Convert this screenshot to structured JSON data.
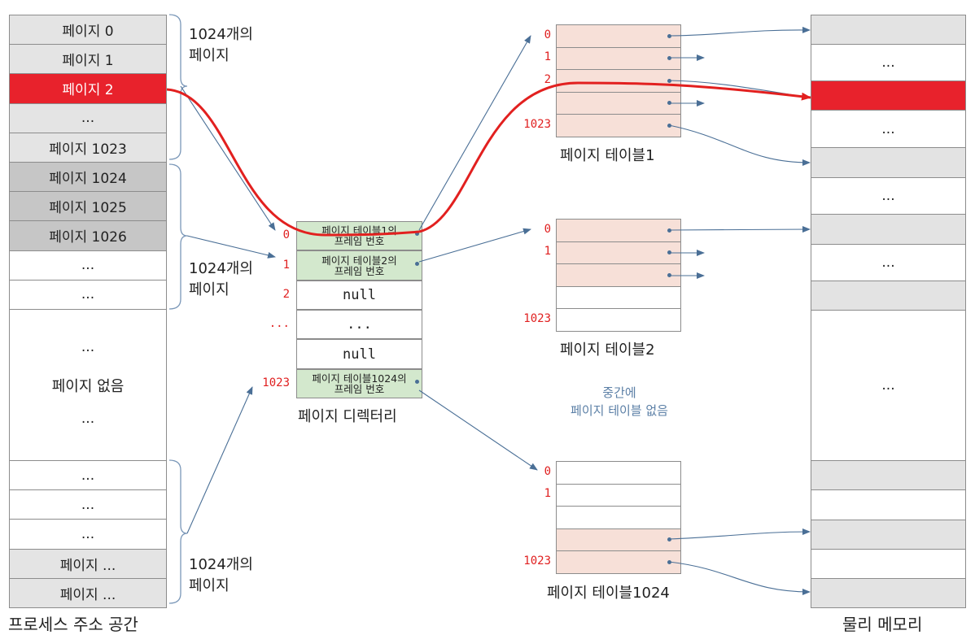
{
  "colors": {
    "page_gray": "#e4e4e4",
    "page_dark": "#c6c6c6",
    "page_red": "#e8222c",
    "dir_green": "#d3e8cd",
    "pt_peach": "#f7e0d8",
    "mem_gray": "#e3e3e3",
    "arrow_blue": "#4a6f96",
    "path_red": "#e2201f",
    "index_red": "#e02020",
    "note_blue": "#5b7fa6"
  },
  "address_space": {
    "title": "프로세스 주소 공간",
    "rows": [
      {
        "text": "페이지 0",
        "style": "gray"
      },
      {
        "text": "페이지 1",
        "style": "gray"
      },
      {
        "text": "페이지 2",
        "style": "red"
      },
      {
        "text": "...",
        "style": "gray"
      },
      {
        "text": "페이지 1023",
        "style": "gray"
      },
      {
        "text": "페이지 1024",
        "style": "dark"
      },
      {
        "text": "페이지 1025",
        "style": "dark"
      },
      {
        "text": "페이지 1026",
        "style": "dark"
      },
      {
        "text": "...",
        "style": "white"
      },
      {
        "text": "...",
        "style": "white"
      },
      {
        "text": "",
        "style": "white"
      },
      {
        "text": "...",
        "style": "white"
      },
      {
        "text": "...",
        "style": "white"
      },
      {
        "text": "...",
        "style": "white"
      },
      {
        "text": "페이지 ...",
        "style": "gray"
      },
      {
        "text": "페이지 ...",
        "style": "gray"
      }
    ],
    "no_page_block": {
      "top": "...",
      "middle": "페이지 없음",
      "bottom": "..."
    },
    "group_labels": [
      "1024개의\n페이지",
      "1024개의\n페이지",
      "1024개의\n페이지"
    ]
  },
  "page_directory": {
    "title": "페이지 디렉터리",
    "rows": [
      {
        "index": "0",
        "text": "페이지 테이블1의\n프레임 번호",
        "style": "green"
      },
      {
        "index": "1",
        "text": "페이지 테이블2의\n프레임 번호",
        "style": "green"
      },
      {
        "index": "2",
        "text": "null",
        "style": "white"
      },
      {
        "index": "...",
        "text": "...",
        "style": "white"
      },
      {
        "index": "",
        "text": "null",
        "style": "white"
      },
      {
        "index": "1023",
        "text": "페이지 테이블1024의\n프레임 번호",
        "style": "green"
      }
    ]
  },
  "page_tables": [
    {
      "title": "페이지 테이블1",
      "indices": [
        "0",
        "1",
        "2",
        "",
        "1023"
      ],
      "styles": [
        "peach",
        "peach",
        "peach",
        "peach",
        "peach"
      ]
    },
    {
      "title": "페이지 테이블2",
      "indices": [
        "0",
        "1",
        "",
        "",
        "1023"
      ],
      "styles": [
        "peach",
        "peach",
        "peach",
        "white",
        "white"
      ]
    },
    {
      "title": "페이지 테이블1024",
      "indices": [
        "0",
        "1",
        "",
        "",
        "1023"
      ],
      "styles": [
        "white",
        "white",
        "white",
        "peach",
        "peach"
      ]
    }
  ],
  "middle_note": "중간에\n페이지 테이블 없음",
  "physical_memory": {
    "title": "물리 메모리",
    "rows": [
      {
        "text": "",
        "style": "gray"
      },
      {
        "text": "...",
        "style": "white"
      },
      {
        "text": "",
        "style": "red"
      },
      {
        "text": "...",
        "style": "white"
      },
      {
        "text": "",
        "style": "gray"
      },
      {
        "text": "...",
        "style": "white"
      },
      {
        "text": "",
        "style": "gray"
      },
      {
        "text": "...",
        "style": "white"
      },
      {
        "text": "",
        "style": "gray"
      },
      {
        "text": "...",
        "style": "white"
      },
      {
        "text": "",
        "style": "gray"
      },
      {
        "text": "",
        "style": "white"
      },
      {
        "text": "",
        "style": "gray"
      },
      {
        "text": "",
        "style": "white"
      },
      {
        "text": "",
        "style": "gray"
      }
    ]
  }
}
